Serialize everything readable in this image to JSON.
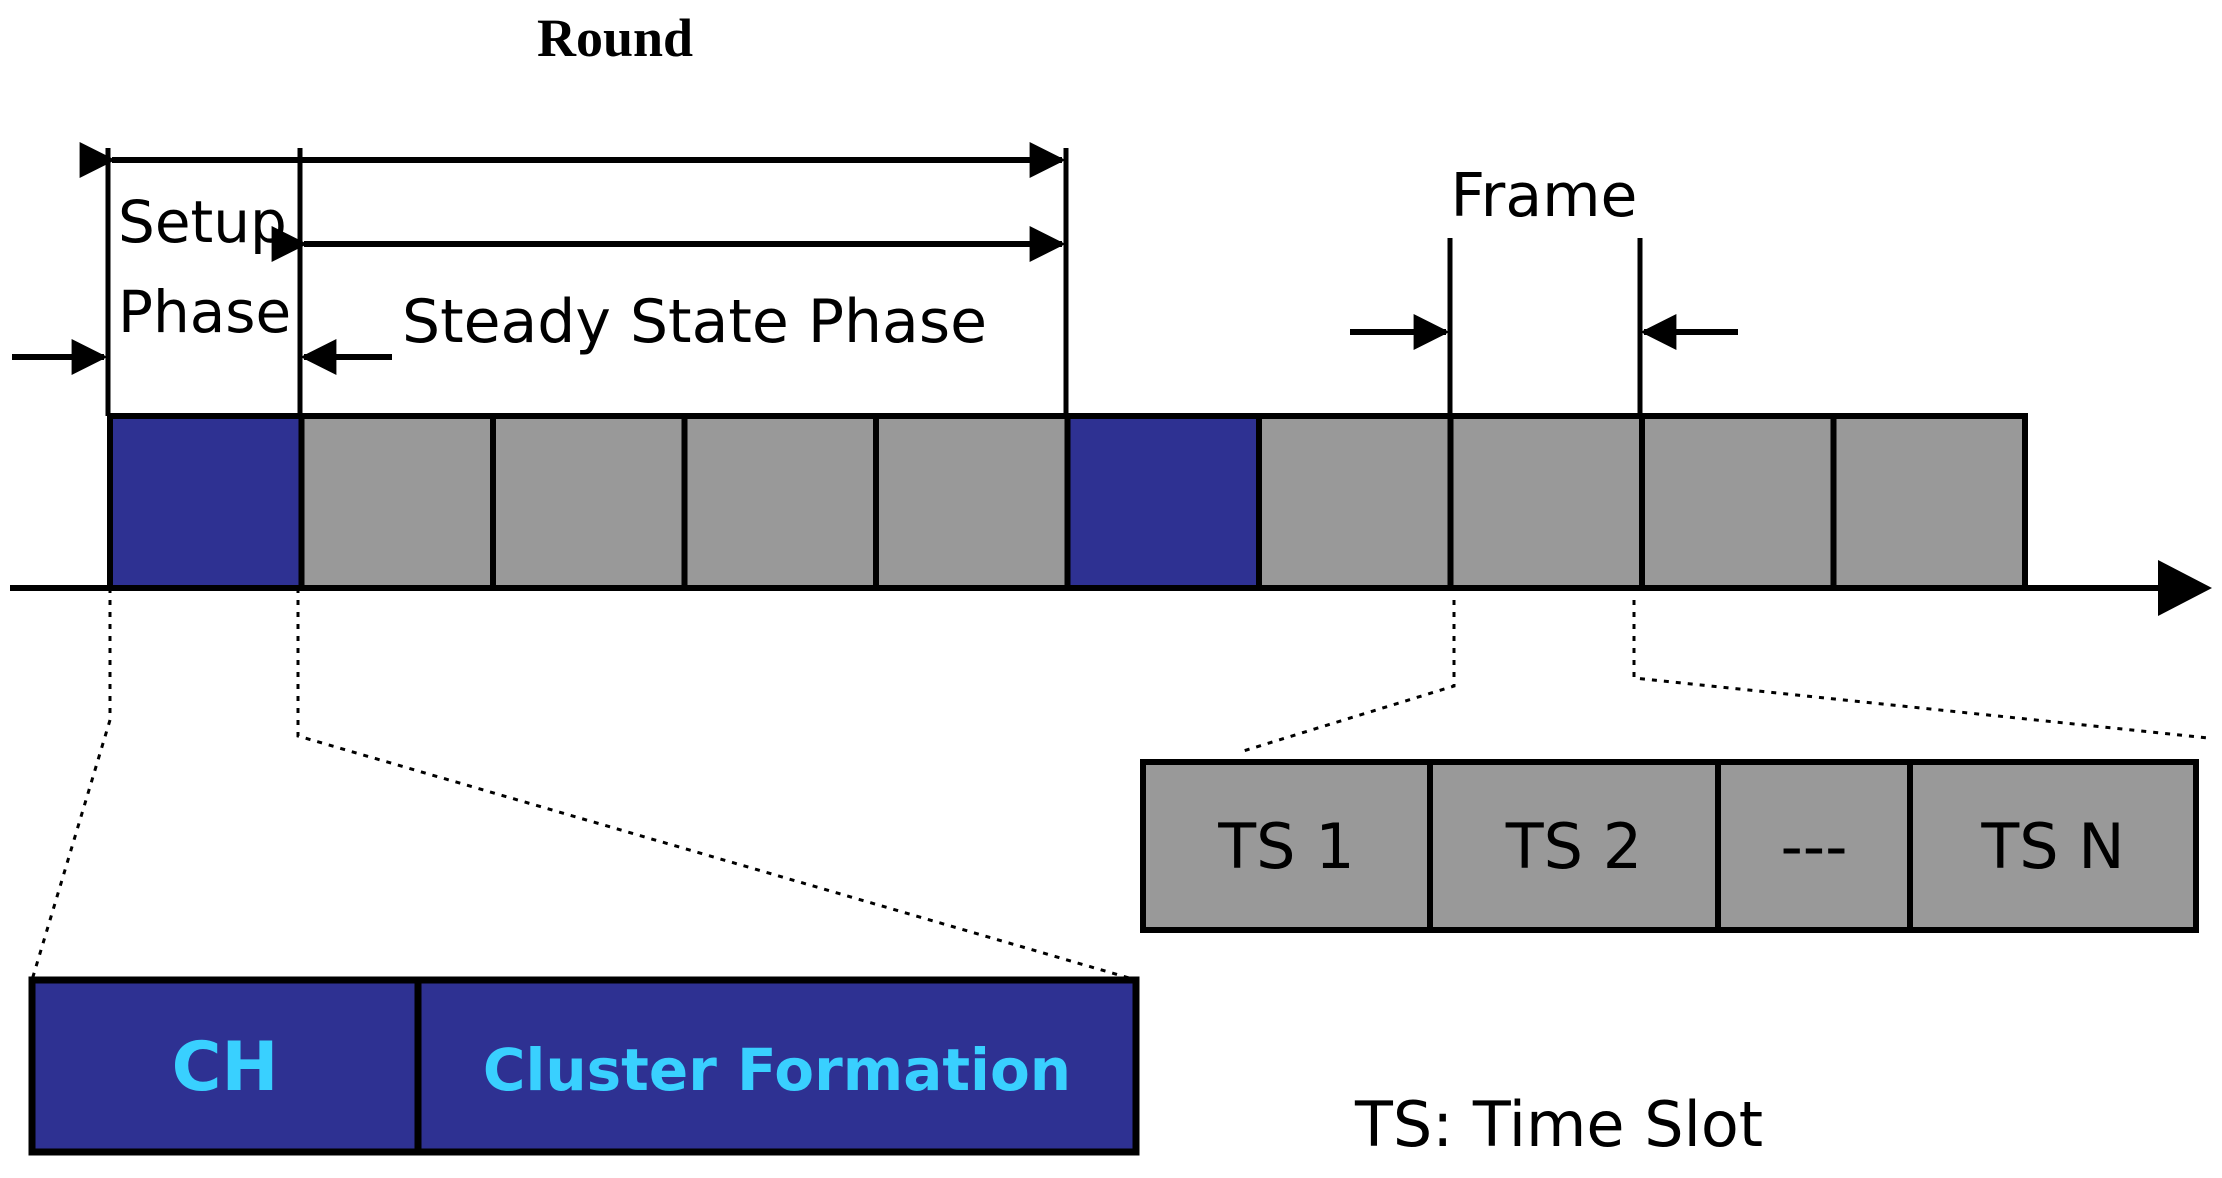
{
  "labels": {
    "round": "Round",
    "setup_line1": "Setup",
    "setup_line2": "Phase",
    "steady_state": "Steady State Phase",
    "frame": "Frame",
    "legend": "TS: Time Slot"
  },
  "timeline": {
    "slots": [
      {
        "kind": "setup"
      },
      {
        "kind": "frame"
      },
      {
        "kind": "frame"
      },
      {
        "kind": "frame"
      },
      {
        "kind": "frame"
      },
      {
        "kind": "setup"
      },
      {
        "kind": "frame"
      },
      {
        "kind": "frame"
      },
      {
        "kind": "frame"
      },
      {
        "kind": "frame"
      }
    ]
  },
  "setup_detail": {
    "boxes": [
      {
        "label": "CH"
      },
      {
        "label": "Cluster Formation"
      }
    ]
  },
  "frame_detail": {
    "boxes": [
      {
        "label": "TS 1"
      },
      {
        "label": "TS 2"
      },
      {
        "label": "---"
      },
      {
        "label": "TS N"
      }
    ]
  },
  "colors": {
    "setup_fill": "#2e3192",
    "frame_fill": "#999999",
    "detail_text": "#39d0ff",
    "stroke": "#000000"
  }
}
